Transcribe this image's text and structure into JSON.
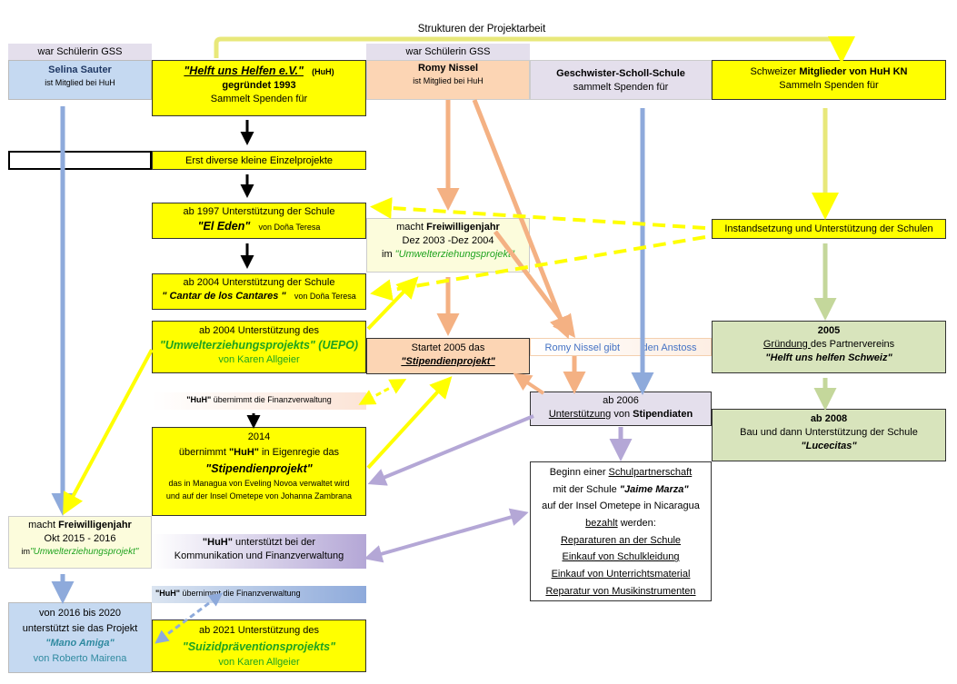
{
  "title": "Strukturen der Projektarbeit",
  "header_selina": "war Schülerin GSS",
  "header_romy": "war Schülerin GSS",
  "selina": {
    "name": "Selina Sauter",
    "sub": "ist Mitglied bei HuH"
  },
  "huh": {
    "name": "\"Helft uns Helfen e.V.\"",
    "abbr": "(HuH)",
    "founded": "gegründet 1993",
    "sub": "Sammelt Spenden für"
  },
  "romy": {
    "name": "Romy Nissel",
    "sub": "ist Mitglied bei HuH"
  },
  "gss": {
    "name": "Geschwister-Scholl-Schule",
    "sub": "sammelt Spenden für"
  },
  "swiss": {
    "pre": "Schweizer ",
    "bold": "Mitglieder von HuH KN",
    "sub": "Sammeln Spenden für"
  },
  "einzel": "Erst diverse kleine Einzelprojekte",
  "eden": {
    "l1": "ab 1997 Unterstützung der Schule",
    "name": "\"El Eden\"",
    "sub": "von Doña Teresa"
  },
  "fwj1": {
    "pre": "macht ",
    "bold": "Freiwilligenjahr",
    "l2": "Dez 2003 -Dez 2004",
    "l3pre": "im ",
    "l3": "\"Umwelterziehungsprojekt\""
  },
  "instand": "Instandsetzung und Unterstützung der Schulen",
  "cantar": {
    "l1": "ab 2004 Unterstützung der Schule",
    "name": "\" Cantar de los Cantares \"",
    "sub": "von Doña Teresa"
  },
  "uepo": {
    "l1": "ab 2004 Unterstützung des",
    "name": "\"Umwelterziehungsprojekts\" (UEPO)",
    "sub": "von Karen Allgeier"
  },
  "startet": {
    "l1": "Startet 2005 das",
    "name": "\"Stipendienprojekt\""
  },
  "anstoss": {
    "a": "Romy Nissel gibt",
    "b": "den Anstoss"
  },
  "partner": {
    "year": "2005",
    "l2u": "Gründung ",
    "l2": "des Partnervereins",
    "name": "\"Helft uns helfen Schweiz\""
  },
  "finanz1": {
    "b": "\"HuH\"",
    "t": " übernimmt die Finanzverwaltung"
  },
  "stipendiaten": {
    "year": "ab 2006",
    "u1": "Unterstützung",
    "mid": " von ",
    "b": "Stipendiaten"
  },
  "lucecitas": {
    "year": "ab 2008",
    "l2": "Bau und dann Unterstützung der Schule",
    "name": "\"Lucecitas\""
  },
  "eigen": {
    "year": "2014",
    "pre": "übernimmt ",
    "b": "\"HuH\"",
    "post": " in Eigenregie das",
    "name": "\"Stipendienprojekt\"",
    "l4": "das in Managua von Eveling Novoa verwaltet wird",
    "l5": "und auf der Insel Ometepe von Johanna Zambrana"
  },
  "partnerschaft": {
    "pre": "Beginn einer ",
    "u": "Schulpartnerschaft",
    "l2pre": "mit der Schule ",
    "l2b": "\"Jaime Marza\"",
    "l3": "auf der Insel Ometepe in Nicaragua",
    "l4u": "bezahlt",
    "l4": " werden:",
    "items": [
      "Reparaturen an der Schule",
      "Einkauf von Schulkleidung",
      "Einkauf von Unterrichtsmaterial",
      "Reparatur von Musikinstrumenten"
    ]
  },
  "fwj2": {
    "pre": "macht ",
    "bold": "Freiwilligenjahr",
    "l2": "Okt 2015 - 2016",
    "l3pre": "im",
    "l3": "\"Umwelterziehungsprojekt\""
  },
  "komm": {
    "b": "\"HuH\"",
    "t": " unterstützt bei der",
    "l2": "Kommunikation und Finanzverwaltung"
  },
  "finanz2": {
    "b": "\"HuH\"",
    "t": " übernimmt die Finanzverwaltung"
  },
  "mano": {
    "l1": "von 2016 bis 2020",
    "l2": "unterstützt sie das Projekt",
    "name": "\"Mano Amiga\"",
    "sub": "von Roberto Mairena"
  },
  "suizid": {
    "l1": "ab 2021 Unterstützung des",
    "name": "\"Suizidpräventionsprojekts\"",
    "sub": "von Karen Allgeier"
  },
  "colors": {
    "yellow": "#ffff00",
    "blue": "#8eaadb",
    "peach": "#f4b183",
    "lavender": "#b4a7d6",
    "green": "#c4d79b",
    "black": "#000000"
  }
}
